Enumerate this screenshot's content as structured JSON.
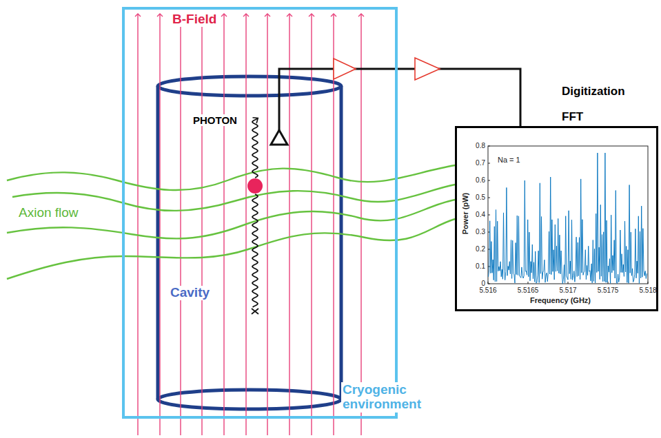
{
  "diagram": {
    "nodes": [
      {
        "text": [
          "Cryogenic environment"
        ]
      },
      {
        "text": [
          "Cavity"
        ],
        "in": 0
      },
      {
        "text": [
          "Power (pW)",
          "Frequency (GHz)"
        ]
      }
    ],
    "edges": [
      {
        "from": 1,
        "to": 2,
        "arrow": "none"
      }
    ],
    "labels": [
      "B-Field",
      "PHOTON",
      "Axion flow",
      "Digitization",
      "FFT",
      "Na = 1",
      "0.8",
      "0.7",
      "0.6",
      "0.5",
      "0.4",
      "0.3",
      "0.2",
      "0.1",
      "0",
      "5.516",
      "5.5165",
      "5.517",
      "5.5175",
      "5.518"
    ]
  }
}
